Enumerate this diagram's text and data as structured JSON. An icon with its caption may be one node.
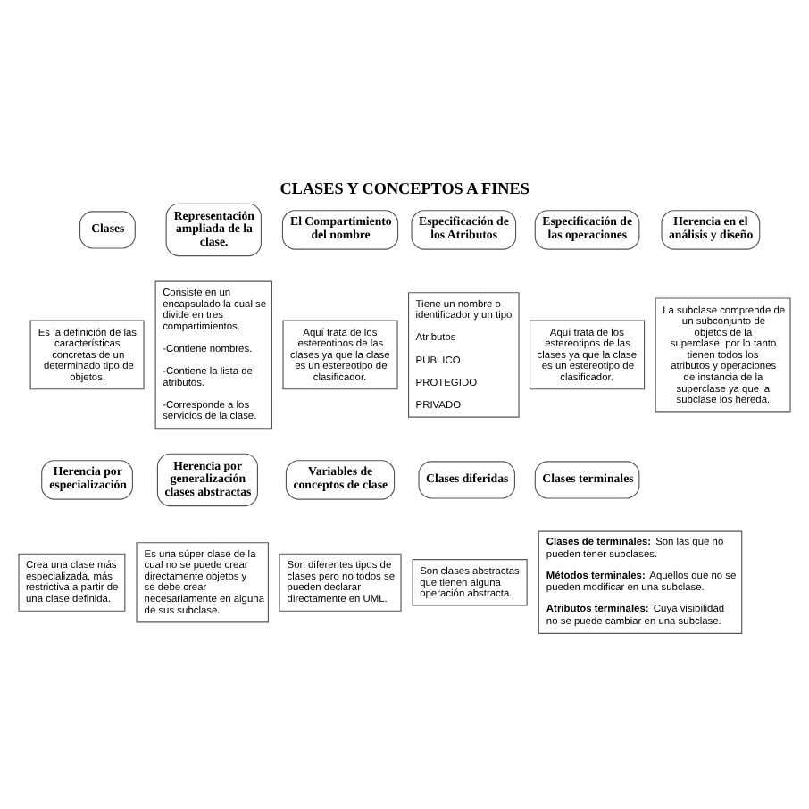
{
  "diagram": {
    "title": "CLASES Y CONCEPTOS A FINES",
    "nodes": [
      {
        "text": [
          "Clases"
        ]
      },
      {
        "text": [
          "Representación ampliada de la clase."
        ]
      },
      {
        "text": [
          "El Compartimiento del nombre"
        ]
      },
      {
        "text": [
          "Especificación de los Atributos"
        ]
      },
      {
        "text": [
          "Especificación de las operaciones"
        ]
      },
      {
        "text": [
          "Herencia en el análisis y diseño"
        ]
      },
      {
        "text": [
          "Es la definición de las características concretas de un determinado tipo de objetos."
        ]
      },
      {
        "text": [
          "Consiste en un encapsulado la cual se divide en tres compartimientos.",
          "-Contiene nombres.",
          "-Contiene la lista de atributos.",
          "-Corresponde a los servicios de la clase."
        ]
      },
      {
        "text": [
          "Aquí trata de los estereotipos de las clases ya que la clase es un estereotipo de clasificador."
        ]
      },
      {
        "text": [
          "Tiene un nombre o identificador y un tipo",
          "Atributos",
          "PUBLICO",
          "PROTEGIDO",
          "PRIVADO"
        ]
      },
      {
        "text": [
          "Aquí trata de los estereotipos de las clases ya que la clase es un estereotipo de clasificador."
        ]
      },
      {
        "text": [
          "La subclase comprende de un subconjunto de objetos de la superclase, por lo tanto tienen todos los atributos y operaciones de instancia de la superclase ya que la subclase los hereda."
        ]
      },
      {
        "text": [
          "Herencia por especialización"
        ]
      },
      {
        "text": [
          "Herencia por generalización clases abstractas"
        ]
      },
      {
        "text": [
          "Variables de conceptos de clase"
        ]
      },
      {
        "text": [
          "Clases diferidas"
        ]
      },
      {
        "text": [
          "Clases terminales"
        ]
      },
      {
        "text": [
          "Crea una clase más especializada, más restrictiva a partir de una clase definida."
        ]
      },
      {
        "text": [
          "Es una súper clase de la cual no se puede crear directamente objetos y se debe crear necesariamente en alguna de sus subclase."
        ]
      },
      {
        "text": [
          "Son diferentes tipos de clases pero no todos se pueden declarar directamente en UML."
        ]
      },
      {
        "text": [
          "Son clases abstractas que tienen alguna operación abstracta."
        ]
      },
      {
        "text": [
          "**Clases de terminales:** Son las que no pueden tener subclases.",
          "**Métodos terminales:** Aquellos que no se pueden modificar en una subclase.",
          "**Atributos terminales:** Cuya visibilidad no se puede cambiar en una subclase."
        ]
      }
    ],
    "edges": []
  }
}
